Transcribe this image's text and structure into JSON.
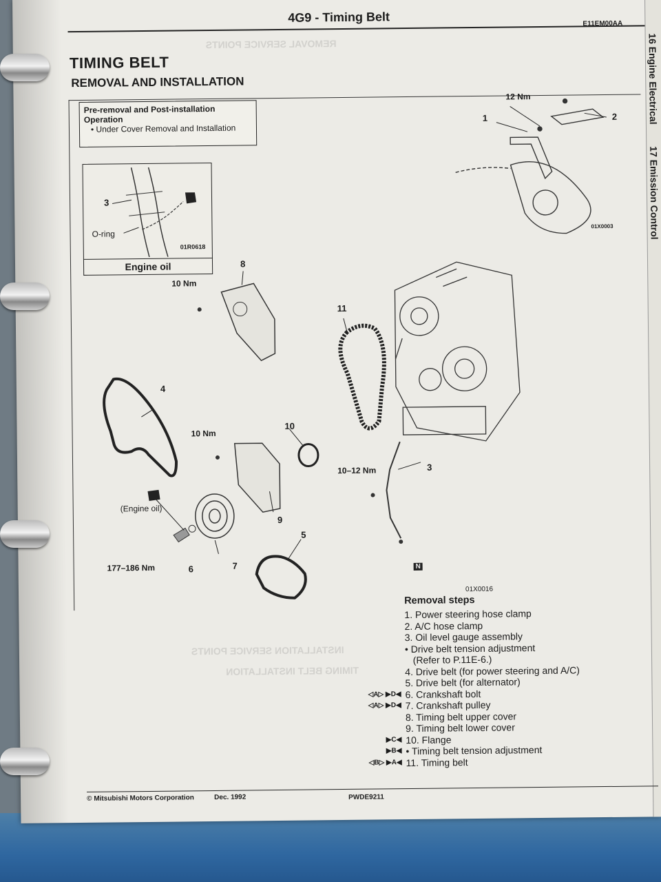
{
  "header": {
    "title": "4G9 - Timing Belt",
    "doc_code": "E11EM00AA"
  },
  "side_tabs": [
    "16 Engine Electrical",
    "17 Emission Control"
  ],
  "page": {
    "title": "TIMING BELT",
    "subtitle": "REMOVAL AND INSTALLATION"
  },
  "ops_box": {
    "heading": "Pre-removal and Post-installation Operation",
    "item": "Under Cover Removal and Installation"
  },
  "oring_box": {
    "callout": "3",
    "label": "O-ring",
    "code": "01R0618",
    "footer": "Engine oil"
  },
  "labels": {
    "torque_12": "12 Nm",
    "torque_10a": "10 Nm",
    "torque_10b": "10 Nm",
    "torque_1012": "10–12 Nm",
    "torque_177": "177–186 Nm",
    "engine_oil": "(Engine oil)",
    "n_mark": "N",
    "fig_code_top": "01X0003",
    "fig_code_main": "01X0016",
    "c1": "1",
    "c2": "2",
    "c3": "3",
    "c4": "4",
    "c5": "5",
    "c6": "6",
    "c7": "7",
    "c8": "8",
    "c9": "9",
    "c10": "10",
    "c11": "11"
  },
  "removal_steps": {
    "heading": "Removal steps",
    "steps": [
      {
        "marks": "",
        "text": "1. Power steering hose clamp"
      },
      {
        "marks": "",
        "text": "2. A/C hose clamp"
      },
      {
        "marks": "",
        "text": "3. Oil level gauge assembly"
      },
      {
        "marks": "",
        "text": "• Drive belt tension adjustment"
      },
      {
        "marks": "",
        "text": "   (Refer to P.11E-6.)"
      },
      {
        "marks": "",
        "text": "4. Drive belt (for power steering and A/C)"
      },
      {
        "marks": "",
        "text": "5. Drive belt (for alternator)"
      },
      {
        "marks": "◁A▷ ▶D◀",
        "text": "6. Crankshaft bolt"
      },
      {
        "marks": "◁A▷ ▶D◀",
        "text": "7. Crankshaft pulley"
      },
      {
        "marks": "",
        "text": "8. Timing belt upper cover"
      },
      {
        "marks": "",
        "text": "9. Timing belt lower cover"
      },
      {
        "marks": "▶C◀",
        "text": "10. Flange"
      },
      {
        "marks": "▶B◀",
        "text": "• Timing belt tension adjustment"
      },
      {
        "marks": "◁B▷ ▶A◀",
        "text": "11. Timing belt"
      }
    ]
  },
  "footer": {
    "copyright": "© Mitsubishi Motors Corporation",
    "date": "Dec. 1992",
    "code": "PWDE9211"
  }
}
